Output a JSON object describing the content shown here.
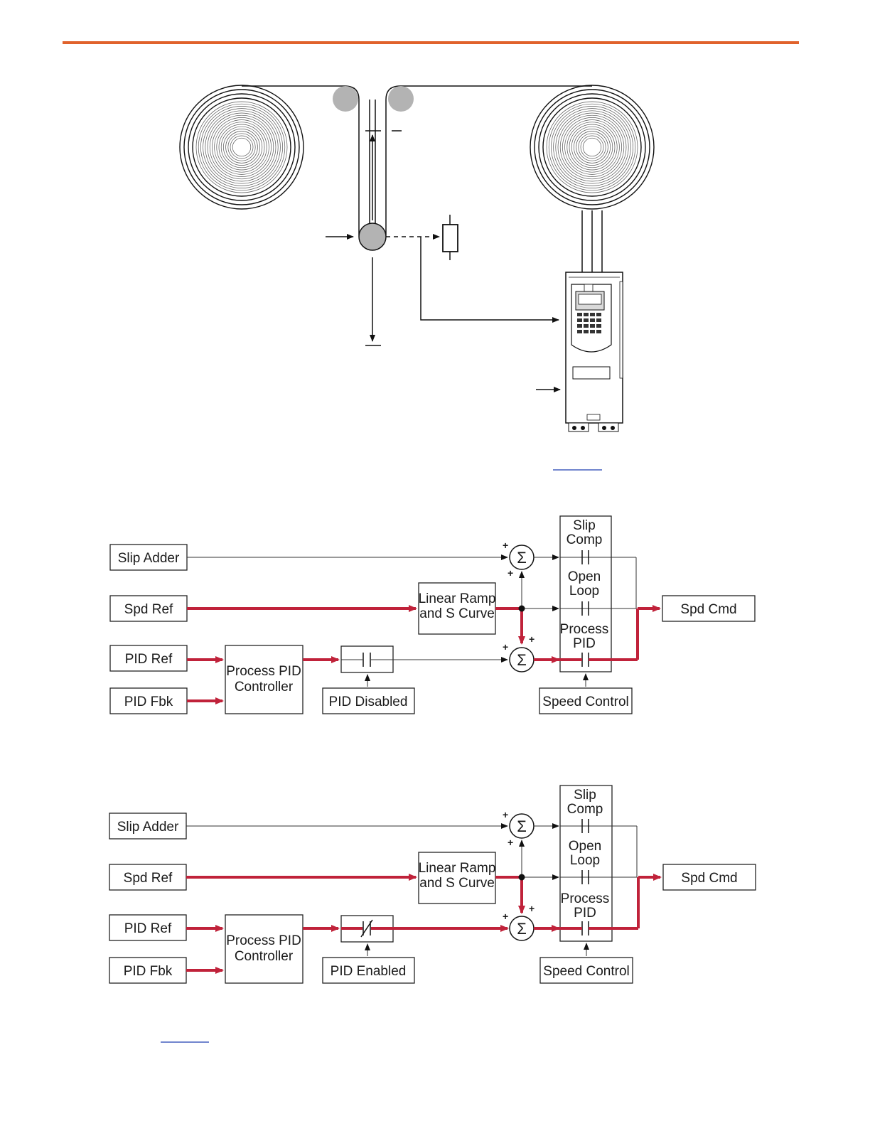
{
  "colors": {
    "accent_rule": "#e0622c",
    "signal_red": "#c0223a",
    "roller_gray": "#b3b3b3",
    "link_blue": "#1f3fb0"
  },
  "diagrams": [
    {
      "id": "pid-disabled",
      "labels": {
        "slip_adder": "Slip Adder",
        "spd_ref": "Spd Ref",
        "pid_ref": "PID Ref",
        "pid_fbk": "PID Fbk",
        "process_pid_1": "Process PID",
        "process_pid_2": "Controller",
        "linear_ramp_1": "Linear Ramp",
        "linear_ramp_2": "and S Curve",
        "pid_state": "PID Disabled",
        "slip_comp_1": "Slip",
        "slip_comp_2": "Comp",
        "open_loop_1": "Open",
        "open_loop_2": "Loop",
        "process_1": "Process",
        "process_2": "PID",
        "speed_control": "Speed Control",
        "spd_cmd": "Spd Cmd",
        "plus": "+"
      }
    },
    {
      "id": "pid-enabled",
      "labels": {
        "slip_adder": "Slip Adder",
        "spd_ref": "Spd Ref",
        "pid_ref": "PID Ref",
        "pid_fbk": "PID Fbk",
        "process_pid_1": "Process PID",
        "process_pid_2": "Controller",
        "linear_ramp_1": "Linear Ramp",
        "linear_ramp_2": "and S Curve",
        "pid_state": "PID Enabled",
        "slip_comp_1": "Slip",
        "slip_comp_2": "Comp",
        "open_loop_1": "Open",
        "open_loop_2": "Loop",
        "process_1": "Process",
        "process_2": "PID",
        "speed_control": "Speed Control",
        "spd_cmd": "Spd Cmd",
        "plus": "+"
      }
    }
  ]
}
